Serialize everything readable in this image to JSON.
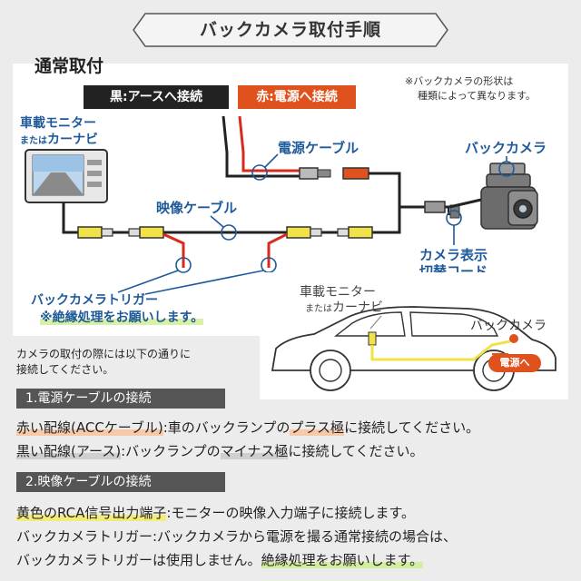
{
  "banner": {
    "title": "バックカメラ取付手順"
  },
  "diagram": {
    "section_title": "通常取付",
    "label_black": "黒:アースへ接続",
    "label_red": "赤:電源へ接続",
    "note_line1": "※バックカメラの形状は",
    "note_line2": "種類によって異なります。",
    "monitor_line1": "車載モニター",
    "monitor_line2_small": "または",
    "monitor_line2": "カーナビ",
    "power_cable": "電源ケーブル",
    "back_camera": "バックカメラ",
    "video_cable": "映像ケーブル",
    "switch_line1": "カメラ表示",
    "switch_line2": "切替コード",
    "trigger_line1": "バックカメラトリガー",
    "trigger_line2": "※絶縁処理をお願いします。",
    "inset_monitor_line1": "車載モニター",
    "inset_monitor_line2_small": "または",
    "inset_monitor_line2": "カーナビ",
    "inset_camera": "バックカメラ",
    "inset_power": "電源へ",
    "colors": {
      "red": "#e0521d",
      "yellow": "#f2e24a",
      "blue": "#1e5a9a",
      "dark": "#222222"
    }
  },
  "instructions": {
    "intro_line1": "カメラの取付の際には以下の通りに",
    "intro_line2": "接続してください。",
    "section1": {
      "title": "1.電源ケーブルの接続",
      "line1_hl": "赤い配線(ACCケーブル)",
      "line1_a": ":車のバックランプの",
      "line1_hl2": "プラス極",
      "line1_b": "に接続してください。",
      "line2_hl": "黒い配線(アース)",
      "line2_a": ":バックランプの",
      "line2_hl2": "マイナス極",
      "line2_b": "に接続してください。"
    },
    "section2": {
      "title": "2.映像ケーブルの接続",
      "line1_hl": "黄色のRCA信号出力端子",
      "line1_a": ":モニターの映像入力端子に接続します。",
      "line2": "バックカメラトリガー:バックカメラから電源を撮る通常接続の場合は、",
      "line3_a": "バックカメラトリガーは使用しません。",
      "line3_hl": "絶縁処理をお願いします。"
    }
  }
}
